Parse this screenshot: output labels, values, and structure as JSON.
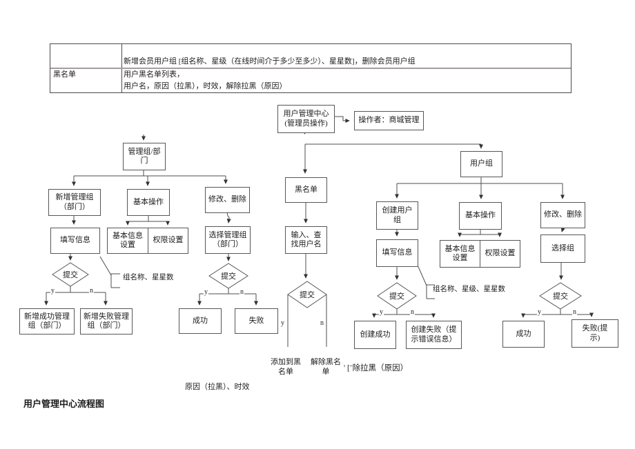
{
  "table": {
    "row1_right": "新增会员用户组 [组名称、星级（在线时间介于多少至多少）、星星数]，删除会员用户组",
    "row2_left": "黑名单",
    "row2_right1": "用户黑名单列表，",
    "row2_right2": "用户名，原因（拉黑），时效，解除拉黑（原因）"
  },
  "nodes": {
    "umc": "用户管理中心\n(管理员操作)",
    "operator": "操作者：商城管理",
    "admin_group_dept": "管理组/部\n门",
    "add_admin_group": "新增管理组\n（部门）",
    "basic_ops": "基本操作",
    "modify_delete": "修改、删除",
    "fill_info": "填写信息",
    "basic_info": "基本信息\n设置",
    "permission": "权限设置",
    "select_admin_group": "选择管理组\n（部门）",
    "submit": "提交",
    "add_success": "新增成功管理\n组（部门）",
    "add_fail": "新增失败管理\n组（部门）",
    "success": "成功",
    "fail": "失败",
    "blacklist": "黑名单",
    "input_find_user": "输入、查\n找用户名",
    "user_group": "用户组",
    "create_user_group": "创建用户\n组",
    "select_group": "选择组",
    "create_success": "创建成功",
    "create_fail": "创建失败（提\n示错误信息）",
    "fail_hint": "失败(提\n示)"
  },
  "labels": {
    "yes": "y",
    "no": "n",
    "annotation_left": "组名称、星星数",
    "annotation_right": "组名称、星级、星星数",
    "add_to_blacklist": "添加到黑\n名单",
    "remove_blacklist": "解除黑名\n单",
    "note_garbled": "' [ˉ除拉黑（原因）",
    "reason_note": "原因（拉黑）、时效",
    "caption": "用户管理中心流程图"
  },
  "colors": {
    "line": "#4d4d4d",
    "border": "#555555",
    "row_divider": "#a39ca3",
    "text": "#1b1b1b"
  }
}
